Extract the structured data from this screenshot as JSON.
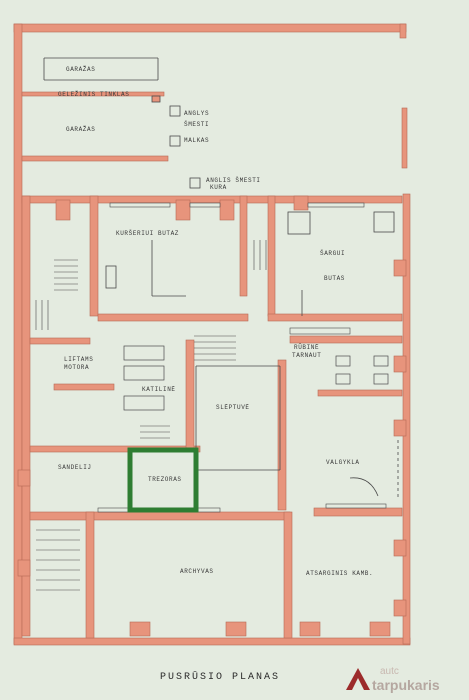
{
  "plan": {
    "title": "PUSRŪSIO PLANAS",
    "rooms": {
      "garazas_top": "GARAŽAS",
      "gelezinis_tinklas": "GELEŽINIS TINKLAS",
      "garazas_mid": "GARAŽAS",
      "anglys_label": "ANGLYS",
      "anglys_sub": "ŠMESTI",
      "malkas": "MALKAS",
      "anglis_smesti": "ANGLIS ŠMESTI",
      "anglis_kura": "KURA",
      "kurseriui_butas": "KURŠERIUI BUTAZ",
      "sargui": "ŠARGUI",
      "sargui_butas": "BUTAS",
      "rubine": "RŪBINĖ",
      "tarnaut": "TARNAUT",
      "liftams_motora": "LIFTAMS",
      "liftams_motora2": "MOTORA",
      "katiline": "KATILINĖ",
      "sleptuve": "SLĖPTUVĖ",
      "valgykla": "VALGYKLA",
      "sandeliai": "SANDELIJ",
      "trezoras": "TREZORAS",
      "archyvas": "ARCHYVAS",
      "atsarginis": "ATSARGINIS KAMB."
    }
  },
  "watermark": {
    "top": "autc",
    "main": "tarpukaris"
  },
  "colors": {
    "background": "#e4ebe0",
    "wall": "#e7947c",
    "wall_dark": "#d9806a",
    "line": "#4a4a4a",
    "vault": "#2e7d32"
  }
}
